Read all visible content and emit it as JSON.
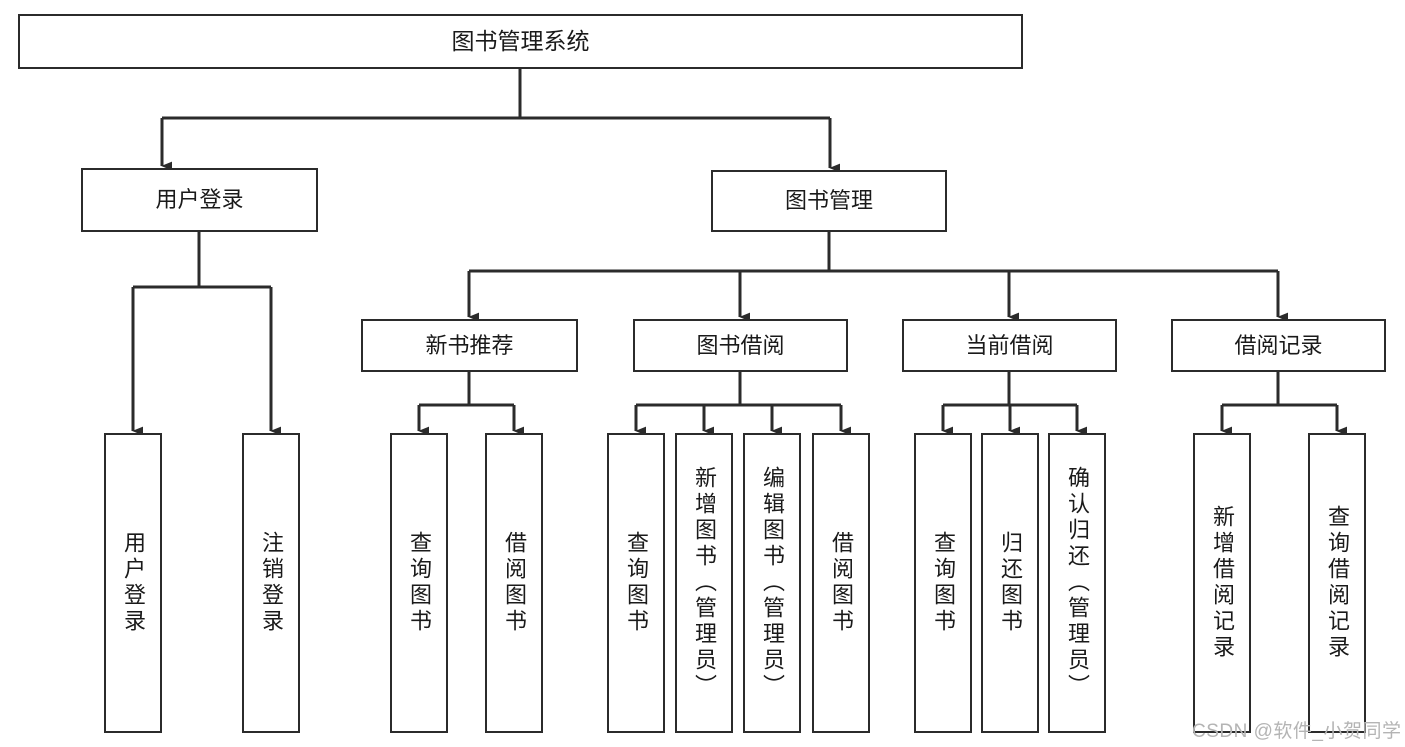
{
  "diagram": {
    "title": "图书管理系统",
    "type": "tree",
    "watermark": "CSDN @软件_小贺同学",
    "colors": {
      "box_border": "#2b2b2b",
      "box_fill": "#ffffff",
      "connector": "#2b2b2b",
      "text": "#1a1a1a",
      "watermark": "#b4b4b4",
      "background": "#ffffff"
    },
    "root": {
      "label": "图书管理系统"
    },
    "level2": [
      {
        "label": "用户登录"
      },
      {
        "label": "图书管理"
      }
    ],
    "level3": [
      {
        "label": "新书推荐"
      },
      {
        "label": "图书借阅"
      },
      {
        "label": "当前借阅"
      },
      {
        "label": "借阅记录"
      }
    ],
    "leaves": {
      "user_login": [
        {
          "label": "用户登录"
        },
        {
          "label": "注销登录"
        }
      ],
      "new_book_recommend": [
        {
          "label": "查询图书"
        },
        {
          "label": "借阅图书"
        }
      ],
      "book_borrow": [
        {
          "label": "查询图书"
        },
        {
          "label": "新增图书（管理员）"
        },
        {
          "label": "编辑图书（管理员）"
        },
        {
          "label": "借阅图书"
        }
      ],
      "current_borrow": [
        {
          "label": "查询图书"
        },
        {
          "label": "归还图书"
        },
        {
          "label": "确认归还（管理员）"
        }
      ],
      "borrow_record": [
        {
          "label": "新增借阅记录"
        },
        {
          "label": "查询借阅记录"
        }
      ]
    }
  }
}
